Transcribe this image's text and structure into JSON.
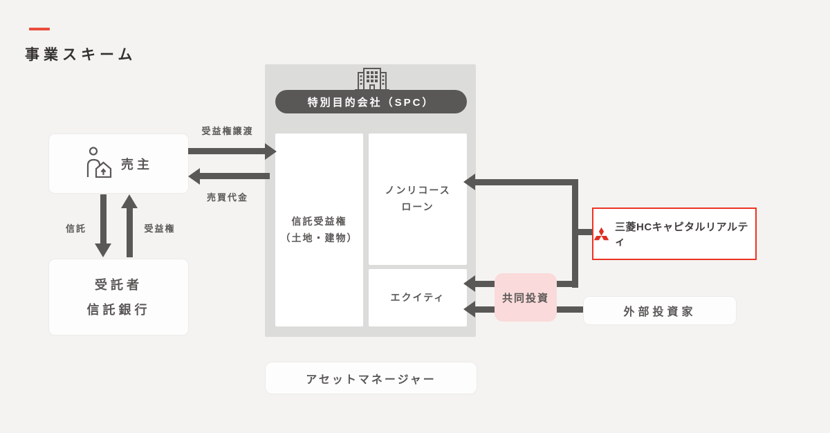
{
  "page": {
    "title": "事業スキーム",
    "colors": {
      "background": "#f4f3f1",
      "accent_red": "#ea4c3b",
      "container_gray": "#dcdcdb",
      "dark_gray": "#5a5857",
      "pink": "#fadada",
      "mhc_border_red": "#ec3323",
      "mitsubishi_red": "#df2f23"
    }
  },
  "spc": {
    "label": "特別目的会社（SPC）",
    "building_icon": "office-building-icon",
    "trust_beneficiary": {
      "line1": "信託受益権",
      "line2": "（土地・建物）"
    },
    "nonrecourse_loan": {
      "line1": "ノンリコース",
      "line2": "ローン"
    },
    "equity": {
      "label": "エクイティ"
    }
  },
  "entities": {
    "seller": {
      "label": "売主",
      "icon": "seller-house-icon"
    },
    "trustee": {
      "line1": "受託者",
      "line2": "信託銀行"
    },
    "mhc_realty": {
      "label": "三菱HCキャピタルリアルティ",
      "icon": "mitsubishi-logo"
    },
    "joint_investment": {
      "label": "共同投資"
    },
    "external_investors": {
      "label": "外部投資家"
    },
    "asset_manager": {
      "label": "アセットマネージャー"
    }
  },
  "flows": {
    "beneficiary_transfer": "受益権譲渡",
    "sale_proceeds": "売買代金",
    "trust": "信託",
    "beneficiary_right": "受益権"
  }
}
